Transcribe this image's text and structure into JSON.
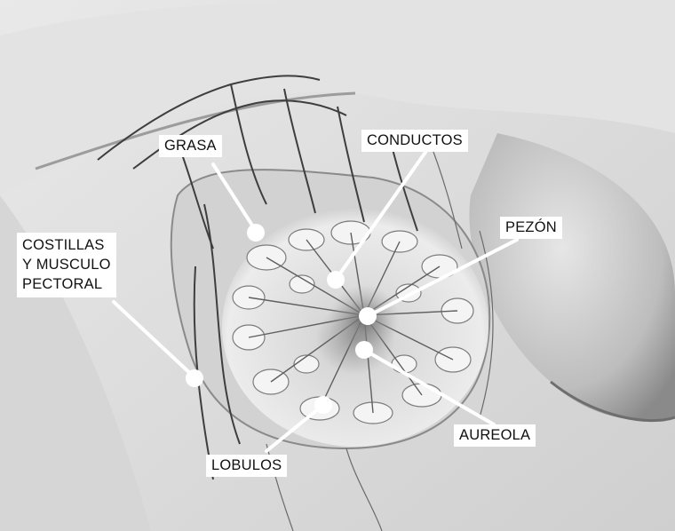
{
  "labels": {
    "grasa": "GRASA",
    "conductos": "CONDUCTOS",
    "pezon": "PEZÓN",
    "costillas": [
      "COSTILLAS",
      "Y MUSCULO",
      "PECTORAL"
    ],
    "aureola": "AUREOLA",
    "lobulos": "LOBULOS"
  },
  "colors": {
    "label_background": "#ffffff",
    "leader_line": "#ffffff",
    "text": "#111111"
  }
}
